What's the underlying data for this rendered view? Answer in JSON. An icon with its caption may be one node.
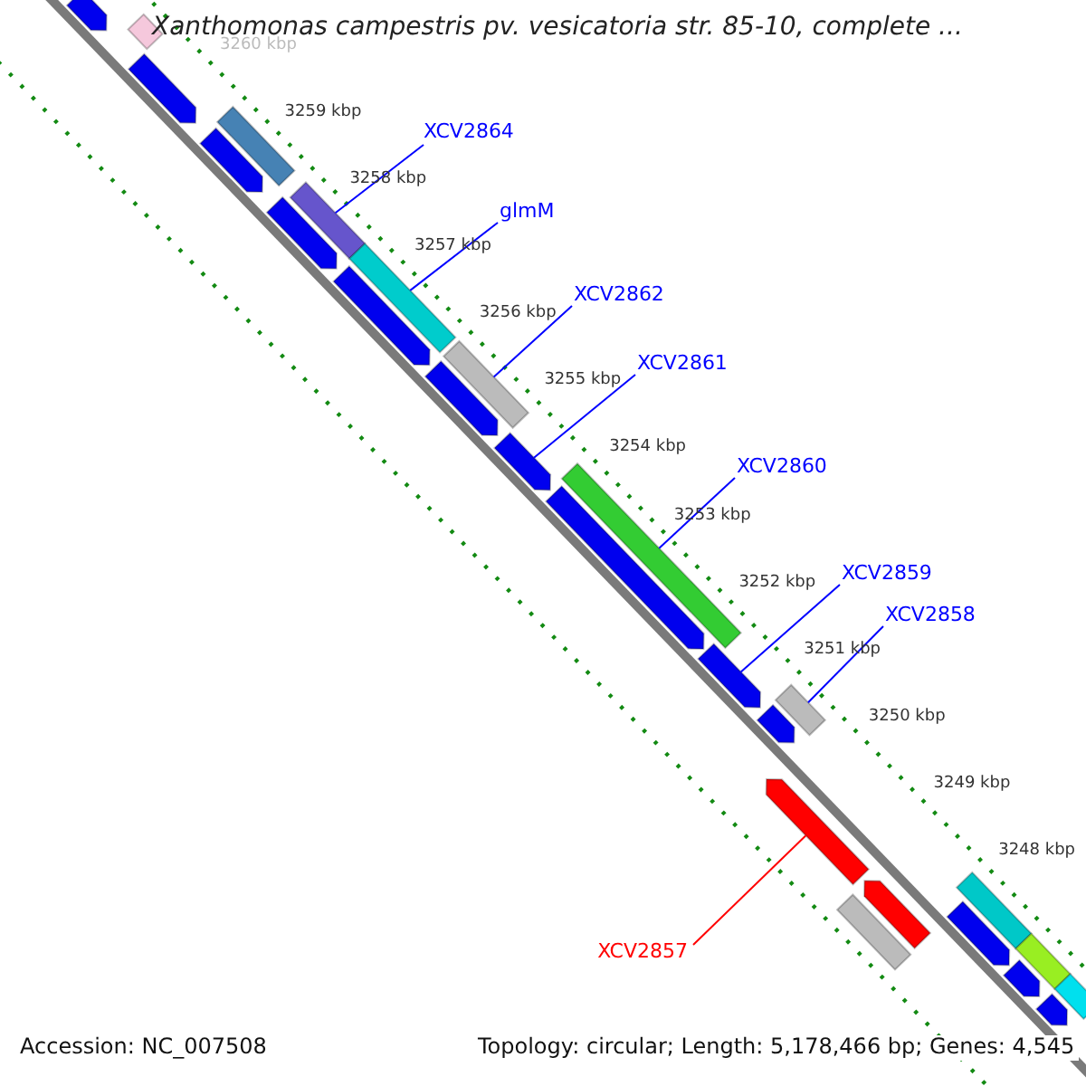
{
  "diagram": {
    "title": "Xanthomonas campestris pv. vesicatoria str. 85-10, complete ...",
    "nodes": [
      {
        "text": [
          "XCV2864"
        ]
      },
      {
        "text": [
          "glmM"
        ]
      },
      {
        "text": [
          "XCV2862"
        ]
      },
      {
        "text": [
          "XCV2861"
        ]
      },
      {
        "text": [
          "XCV2860"
        ]
      },
      {
        "text": [
          "XCV2859"
        ]
      },
      {
        "text": [
          "XCV2858"
        ]
      },
      {
        "text": [
          "XCV2857"
        ]
      },
      {
        "text": [],
        "shape": "arrow"
      },
      {
        "text": [],
        "shape": "bar"
      },
      {
        "text": [],
        "shape": "arrow"
      },
      {
        "text": [],
        "shape": "bar"
      },
      {
        "text": [],
        "shape": "arrow"
      },
      {
        "text": [],
        "shape": "arrow"
      },
      {
        "text": [],
        "shape": "bar"
      },
      {
        "text": [],
        "shape": "arrow"
      },
      {
        "text": [],
        "shape": "bar"
      },
      {
        "text": [],
        "shape": "arrow"
      },
      {
        "text": [],
        "shape": "bar"
      },
      {
        "text": [],
        "shape": "arrow"
      },
      {
        "text": [],
        "shape": "bar"
      },
      {
        "text": [],
        "shape": "arrow"
      },
      {
        "text": [],
        "shape": "arrow"
      },
      {
        "text": [],
        "shape": "bar"
      },
      {
        "text": [],
        "shape": "arrow"
      },
      {
        "text": [],
        "shape": "arrow"
      },
      {
        "text": [],
        "shape": "arrow"
      },
      {
        "text": [],
        "shape": "bar"
      },
      {
        "text": [],
        "shape": "bar"
      },
      {
        "text": [],
        "shape": "arrow"
      },
      {
        "text": [],
        "shape": "bar"
      },
      {
        "text": [],
        "shape": "arrow"
      },
      {
        "text": [],
        "shape": "bar"
      },
      {
        "text": [],
        "shape": "arrow"
      }
    ],
    "edges": [
      {
        "from": 0,
        "to": 14,
        "arrow": "none"
      },
      {
        "from": 1,
        "to": 16,
        "arrow": "none"
      },
      {
        "from": 2,
        "to": 18,
        "arrow": "none"
      },
      {
        "from": 3,
        "to": 19,
        "arrow": "none"
      },
      {
        "from": 4,
        "to": 20,
        "arrow": "none"
      },
      {
        "from": 5,
        "to": 22,
        "arrow": "none"
      },
      {
        "from": 6,
        "to": 23,
        "arrow": "none"
      },
      {
        "from": 7,
        "to": 25,
        "arrow": "none",
        "color": "#ff0000"
      }
    ],
    "labels": [
      "3260 kbp",
      "3259 kbp",
      "3258 kbp",
      "3257 kbp",
      "3256 kbp",
      "3255 kbp",
      "3254 kbp",
      "3253 kbp",
      "3252 kbp",
      "3251 kbp",
      "3250 kbp",
      "3249 kbp",
      "3248 kbp",
      "Accession: NC_007508",
      "Topology: circular; Length: 5,178,466 bp; Genes: 4,545"
    ]
  }
}
